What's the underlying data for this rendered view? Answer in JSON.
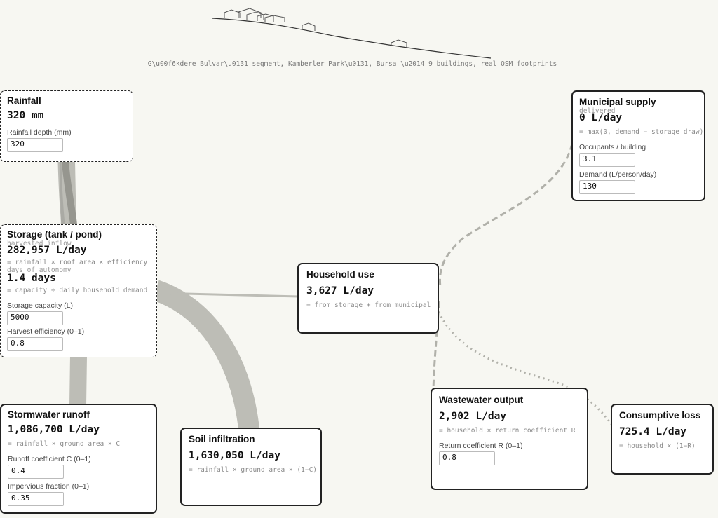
{
  "caption": "G\\u00f6kdere Bulvar\\u0131 segment, Kamberler Park\\u0131, Bursa \\u2014 9 buildings, real OSM footprints",
  "nodes": {
    "rainfall": {
      "title": "Rainfall",
      "value": "320 mm",
      "input1_label": "Rainfall depth (mm)",
      "input1_value": "320"
    },
    "storage": {
      "title": "Storage (tank / pond)",
      "sub1": "harvested inflow",
      "value1": "282,957 L/day",
      "formula1": "= rainfall × roof area × efficiency",
      "sub2": "days of autonomy",
      "value2": "1.4 days",
      "formula2": "= capacity ÷ daily household demand",
      "input1_label": "Storage capacity (L)",
      "input1_value": "5000",
      "input2_label": "Harvest efficiency (0–1)",
      "input2_value": "0.8"
    },
    "household": {
      "title": "Household use",
      "value": "3,627 L/day",
      "formula": "= from storage + from municipal"
    },
    "municipal": {
      "title": "Municipal supply",
      "sub": "delivered",
      "value": "0 L/day",
      "formula": "= max(0, demand − storage draw)",
      "input1_label": "Occupants / building",
      "input1_value": "3.1",
      "input2_label": "Demand (L/person/day)",
      "input2_value": "130"
    },
    "stormwater": {
      "title": "Stormwater runoff",
      "value": "1,086,700 L/day",
      "formula": "= rainfall × ground area × C",
      "input1_label": "Runoff coefficient C (0–1)",
      "input1_value": "0.4",
      "input2_label": "Impervious fraction (0–1)",
      "input2_value": "0.35"
    },
    "infiltration": {
      "title": "Soil infiltration",
      "value": "1,630,050 L/day",
      "formula": "= rainfall × ground area × (1−C)"
    },
    "wastewater": {
      "title": "Wastewater output",
      "value": "2,902 L/day",
      "formula": "= household × return coefficient R",
      "input1_label": "Return coefficient R (0–1)",
      "input1_value": "0.8"
    },
    "consumptive": {
      "title": "Consumptive loss",
      "value": "725.4 L/day",
      "formula": "= household × (1−R)"
    }
  },
  "colors": {
    "background": "#f7f7f2",
    "flow": "#bdbdb6",
    "flow_dark": "#8c8c86",
    "border": "#222222"
  }
}
